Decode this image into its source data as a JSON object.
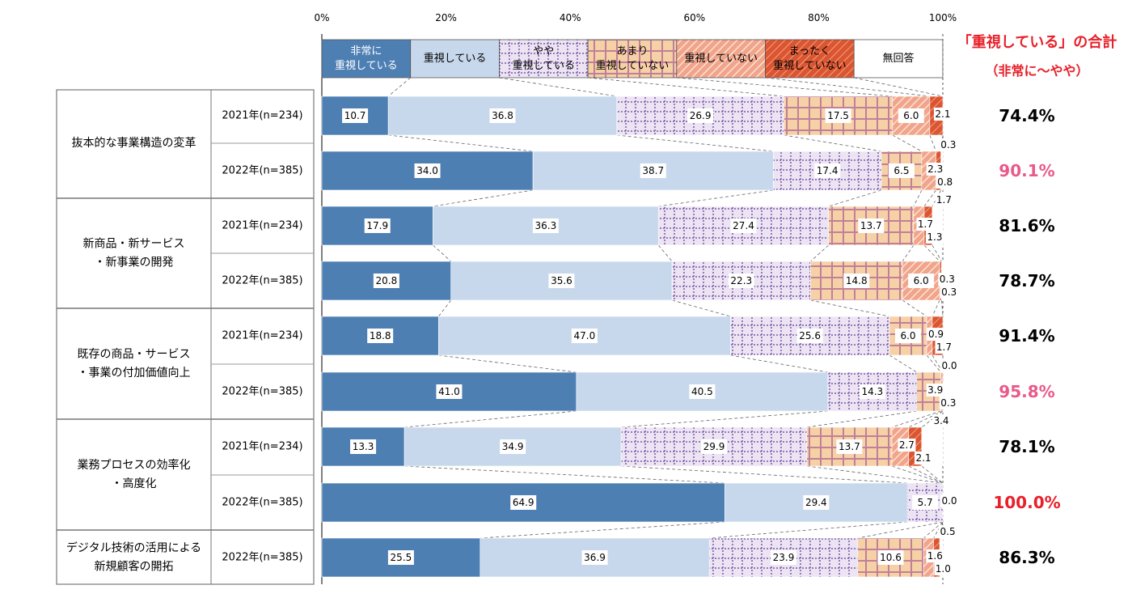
{
  "chart_data": {
    "type": "bar",
    "stacked": "100%",
    "orientation": "horizontal",
    "x_ticks": [
      "0%",
      "20%",
      "40%",
      "60%",
      "80%",
      "100%"
    ],
    "xlim": [
      0,
      100
    ],
    "legend_placement": "top",
    "series": [
      {
        "name": "非常に\n重視している",
        "color": "#4e7fb3",
        "pattern": "solid"
      },
      {
        "name": "重視している",
        "color": "#c8d8ec",
        "pattern": "solid"
      },
      {
        "name": "やや\n重視している",
        "color": "#e7deef",
        "pattern": "dotted-grid"
      },
      {
        "name": "あまり\n重視していない",
        "color": "#f5cfa2",
        "pattern": "grid"
      },
      {
        "name": "重視していない",
        "color": "#f3aa90",
        "pattern": "diagonal"
      },
      {
        "name": "まったく\n重視していない",
        "color": "#e15e3a",
        "pattern": "diagonal"
      },
      {
        "name": "無回答",
        "color": "#ffffff",
        "pattern": "none"
      }
    ],
    "groups": [
      {
        "category": "抜本的な事業構造の変革",
        "rows": [
          {
            "year": "2021年(n=234)",
            "values": [
              10.7,
              36.8,
              26.9,
              17.5,
              6.0,
              2.1,
              0.0
            ],
            "labels": [
              "10.7",
              "36.8",
              "26.9",
              "17.5",
              "6.0",
              "2.1"
            ],
            "total": "74.4%",
            "total_color": "#000000"
          },
          {
            "year": "2022年(n=385)",
            "values": [
              34.0,
              38.7,
              17.4,
              6.5,
              2.3,
              0.8,
              0.3
            ],
            "labels": [
              "34.0",
              "38.7",
              "17.4",
              "6.5",
              "2.3",
              "0.8",
              "0.3"
            ],
            "total": "90.1%",
            "total_color": "#e9598a"
          }
        ]
      },
      {
        "category": "新商品・新サービス\n・新事業の開発",
        "rows": [
          {
            "year": "2021年(n=234)",
            "values": [
              17.9,
              36.3,
              27.4,
              13.7,
              1.7,
              1.3,
              1.7
            ],
            "labels": [
              "17.9",
              "36.3",
              "27.4",
              "13.7",
              "1.7",
              "1.3",
              "1.7"
            ],
            "total": "81.6%",
            "total_color": "#000000"
          },
          {
            "year": "2022年(n=385)",
            "values": [
              20.8,
              35.6,
              22.3,
              14.8,
              6.0,
              0.3,
              0.3
            ],
            "labels": [
              "20.8",
              "35.6",
              "22.3",
              "14.8",
              "6.0",
              "0.3",
              "0.3"
            ],
            "total": "78.7%",
            "total_color": "#000000"
          }
        ]
      },
      {
        "category": "既存の商品・サービス\n・事業の付加価値向上",
        "rows": [
          {
            "year": "2021年(n=234)",
            "values": [
              18.8,
              47.0,
              25.6,
              6.0,
              0.9,
              1.7,
              0.0
            ],
            "labels": [
              "18.8",
              "47.0",
              "25.6",
              "6.0",
              "0.9",
              "1.7"
            ],
            "total": "91.4%",
            "total_color": "#000000"
          },
          {
            "year": "2022年(n=385)",
            "values": [
              41.0,
              40.5,
              14.3,
              3.9,
              0.3,
              0.0,
              0.0
            ],
            "labels": [
              "41.0",
              "40.5",
              "14.3",
              "3.9",
              "0.3",
              "0.0"
            ],
            "total": "95.8%",
            "total_color": "#e9598a"
          }
        ]
      },
      {
        "category": "業務プロセスの効率化\n・高度化",
        "rows": [
          {
            "year": "2021年(n=234)",
            "values": [
              13.3,
              34.9,
              29.9,
              13.7,
              2.7,
              2.1,
              3.4
            ],
            "labels": [
              "13.3",
              "34.9",
              "29.9",
              "13.7",
              "2.7",
              "2.1",
              "3.4"
            ],
            "total": "78.1%",
            "total_color": "#000000"
          },
          {
            "year": "2022年(n=385)",
            "values": [
              64.9,
              29.4,
              5.7,
              0.0,
              0.0,
              0.0,
              0.0
            ],
            "labels": [
              "64.9",
              "29.4",
              "5.7",
              "0.0"
            ],
            "total": "100.0%",
            "total_color": "#e8202a"
          }
        ]
      },
      {
        "category": "デジタル技術の活用による\n新規顧客の開拓",
        "rows": [
          {
            "year": "2022年(n=385)",
            "values": [
              25.5,
              36.9,
              23.9,
              10.6,
              1.6,
              1.0,
              0.5
            ],
            "labels": [
              "25.5",
              "36.9",
              "23.9",
              "10.6",
              "1.6",
              "1.0",
              "0.5"
            ],
            "total": "86.3%",
            "total_color": "#000000"
          }
        ]
      }
    ]
  },
  "summary": {
    "title": "「重視している」の合計",
    "subtitle": "（非常に～やや）"
  }
}
